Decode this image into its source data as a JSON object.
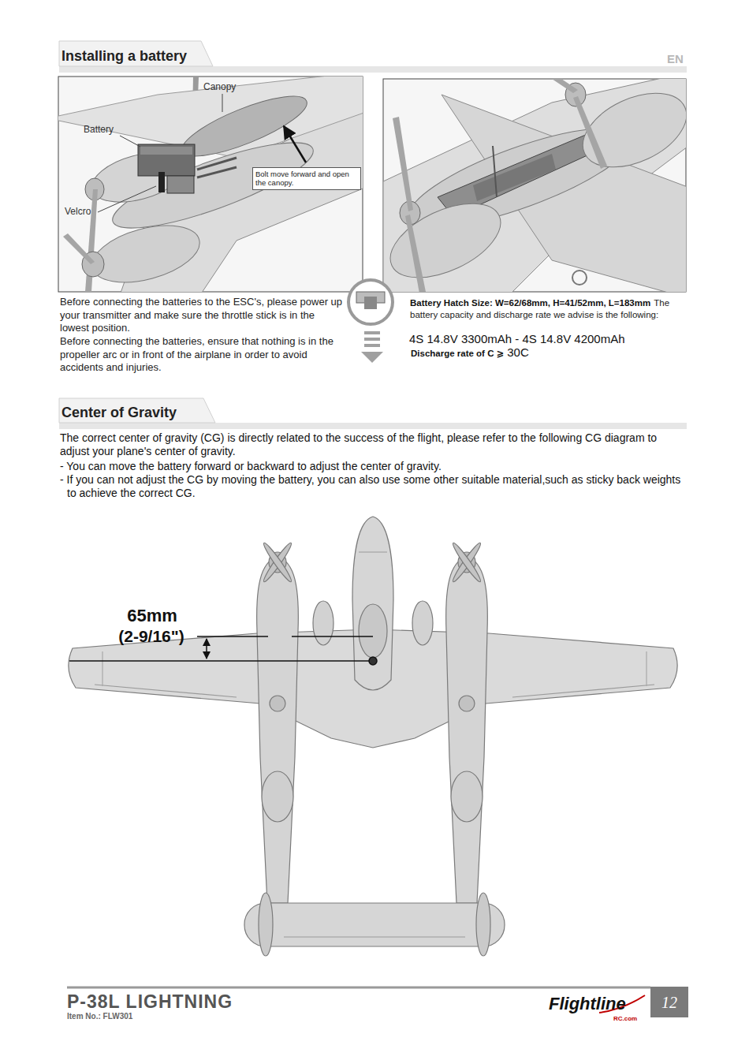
{
  "diagram": {
    "nodes": [
      {
        "text": [
          "Bolt move forward and open the canopy."
        ]
      }
    ],
    "labels": [
      "Installing a battery",
      "EN",
      "Canopy",
      "Battery",
      "Velcro",
      "Before connecting the batteries to the ESC's, please power up your transmitter and make sure the throttle stick is in the lowest position.",
      "Before connecting the batteries, ensure that nothing is in the propeller arc or in front of the airplane in order to avoid accidents and injuries.",
      "Battery Hatch Size: W=62/68mm, H=41/52mm, L=183mm",
      "The battery capacity and discharge rate we advise is the following:",
      "4S 14.8V 3300mAh - 4S 14.8V 4200mAh",
      "Discharge rate of C ⩾",
      "30C",
      "Center of Gravity",
      "The correct center of gravity (CG) is directly related to the success of the flight, please refer to the following CG diagram to adjust your plane's center of gravity.",
      "- You can move the battery forward or backward to adjust the center of gravity.",
      "- If you can not adjust the CG by moving the battery, you can also use some other suitable material,such as sticky back weights to achieve the correct CG.",
      "65mm",
      "(2-9/16\")",
      "P-38L LIGHTNING",
      "Item No.: FLW301",
      "Flightline",
      "RC.com",
      "12"
    ]
  }
}
